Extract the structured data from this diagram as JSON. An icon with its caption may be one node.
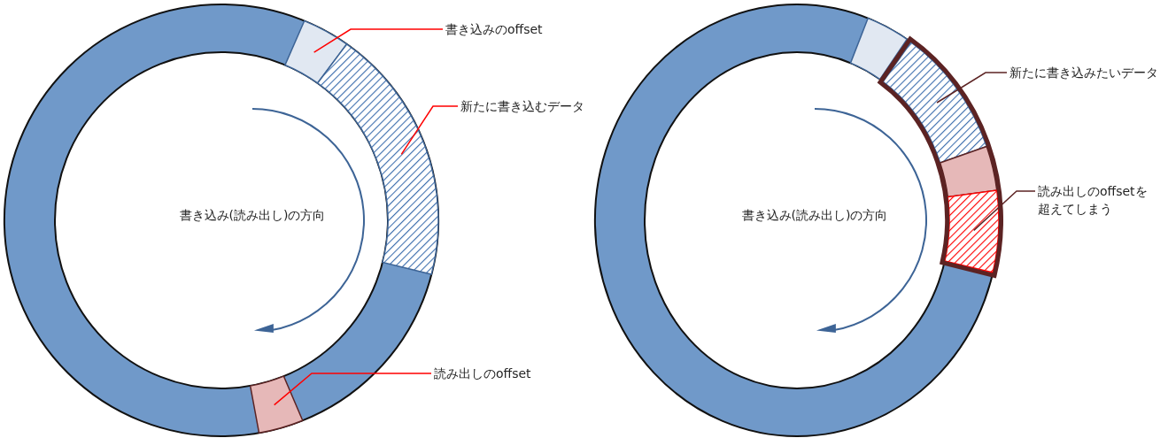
{
  "diagram": {
    "nodes": [
      {
        "text": [
          "書き込みのoffset"
        ]
      },
      {
        "text": [],
        "shape": "sector"
      },
      {
        "text": [
          "新たに書き込むデータ"
        ]
      },
      {
        "text": [],
        "shape": "sector"
      },
      {
        "text": [
          "読み出しのoffset"
        ]
      },
      {
        "text": [],
        "shape": "sector"
      },
      {
        "text": [
          "新たに書き込みたいデータ"
        ]
      },
      {
        "text": [],
        "shape": "sector"
      },
      {
        "text": [],
        "shape": "frame"
      },
      {
        "text": [],
        "shape": "sector",
        "in": 8
      },
      {
        "text": [],
        "shape": "sector",
        "in": 8
      },
      {
        "text": [
          "読み出しのoffsetを超えてしまう"
        ]
      },
      {
        "text": [],
        "shape": "sector",
        "in": 8
      }
    ],
    "edges": [
      {
        "from": 0,
        "to": 1,
        "arrow": "none"
      },
      {
        "from": 2,
        "to": 3,
        "arrow": "none"
      },
      {
        "from": 4,
        "to": 5,
        "arrow": "none"
      },
      {
        "from": 6,
        "to": 9,
        "arrow": "none",
        "color": "#5c2323"
      },
      {
        "from": 11,
        "to": 12,
        "arrow": "none",
        "color": "#5c2323"
      }
    ],
    "labels": [
      "書き込み(読み出し)の方向",
      "書き込み(読み出し)の方向"
    ]
  }
}
